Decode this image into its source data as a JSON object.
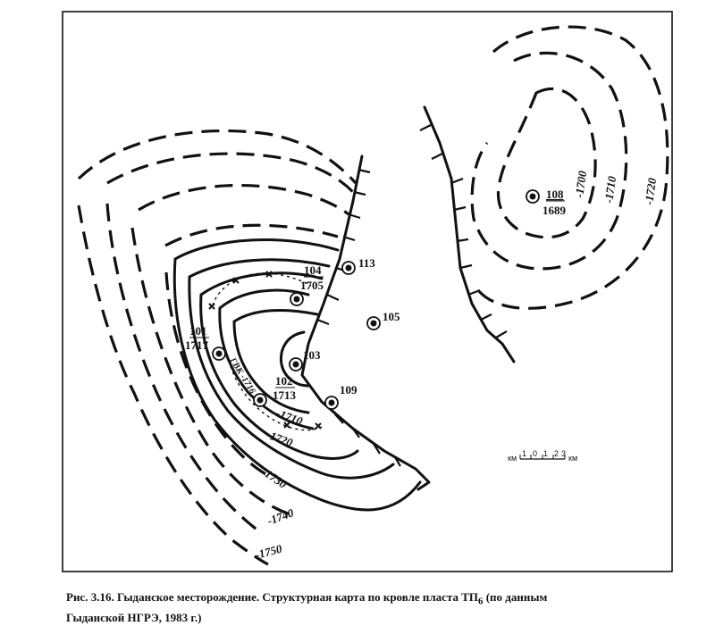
{
  "figure": {
    "caption_line1": "Рис. 3.16. Гыданское месторождение. Структурная карта по кровле пласта ТП",
    "caption_sub": "6",
    "caption_line1_tail": " (по данным",
    "caption_line2": "Гыданской НГРЭ, 1983 г.)"
  },
  "contour_labels": {
    "c1689_top": "1689",
    "c1700": "-1700",
    "c1710_e": "-1710",
    "c1720_e": "-1720",
    "c1710_w": "-1710",
    "c1720_w": "-1720",
    "c1730": "-1730",
    "c1740": "-1740",
    "c1750": "-1750",
    "gvk": "ГВК -1716"
  },
  "wells": [
    {
      "id": "w101",
      "number": "101",
      "depth": "1717"
    },
    {
      "id": "w102",
      "number": "102",
      "depth": "1713"
    },
    {
      "id": "w103",
      "number": "103",
      "depth": ""
    },
    {
      "id": "w104",
      "number": "104",
      "depth": "1705"
    },
    {
      "id": "w105",
      "number": "105",
      "depth": ""
    },
    {
      "id": "w108",
      "number": "108",
      "depth": "1689"
    },
    {
      "id": "w109",
      "number": "109",
      "depth": ""
    },
    {
      "id": "w113",
      "number": "113",
      "depth": ""
    }
  ],
  "scale": {
    "left_unit": "км",
    "ticks": [
      "1",
      "0",
      "1",
      "2",
      "3"
    ],
    "right_unit": "км"
  }
}
